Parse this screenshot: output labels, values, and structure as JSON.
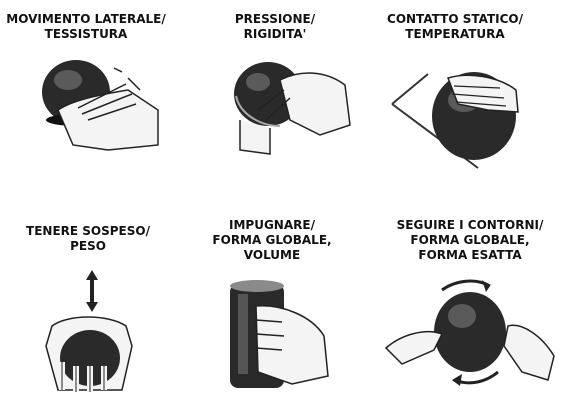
{
  "panels": [
    {
      "id": "lateral-motion",
      "lines": [
        "MOVIMENTO LATERALE/",
        "TESSISTURA"
      ]
    },
    {
      "id": "pressure",
      "lines": [
        "PRESSIONE/",
        "RIGIDITA'"
      ]
    },
    {
      "id": "static-contact",
      "lines": [
        "CONTATTO STATICO/",
        "TEMPERATURA"
      ]
    },
    {
      "id": "unsupported-holding",
      "lines": [
        "TENERE SOSPESO/",
        "PESO"
      ]
    },
    {
      "id": "enclosure",
      "lines": [
        "IMPUGNARE/",
        "FORMA GLOBALE,",
        "VOLUME"
      ]
    },
    {
      "id": "contour-following",
      "lines": [
        "SEGUIRE I CONTORNI/",
        "FORMA GLOBALE,",
        "FORMA ESATTA"
      ]
    }
  ]
}
